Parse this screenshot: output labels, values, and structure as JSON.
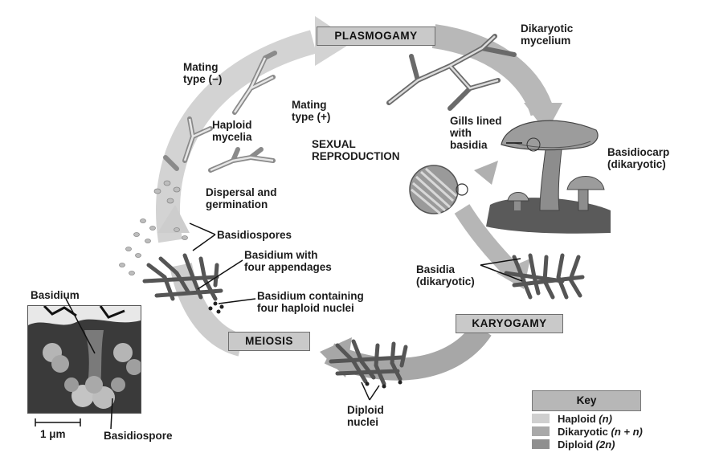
{
  "stages": {
    "plasmogamy": "PLASMOGAMY",
    "karyogamy": "KARYOGAMY",
    "meiosis": "MEIOSIS"
  },
  "center": {
    "line1": "SEXUAL",
    "line2": "REPRODUCTION"
  },
  "labels": {
    "dikaryotic_mycelium": [
      "Dikaryotic",
      "mycelium"
    ],
    "mating_minus": [
      "Mating",
      "type (−)"
    ],
    "mating_plus": [
      "Mating",
      "type (+)"
    ],
    "haploid_mycelia": [
      "Haploid",
      "mycelia"
    ],
    "gills": [
      "Gills lined",
      "with",
      "basidia"
    ],
    "basidiocarp": [
      "Basidiocarp",
      "(dikaryotic)"
    ],
    "dispersal": [
      "Dispersal and",
      "germination"
    ],
    "basidiospores": "Basidiospores",
    "basidium_four": [
      "Basidium with",
      "four appendages"
    ],
    "basidium_nuclei": [
      "Basidium containing",
      "four haploid nuclei"
    ],
    "basidia": [
      "Basidia",
      "(dikaryotic)"
    ],
    "diploid_nuclei": [
      "Diploid",
      "nuclei"
    ],
    "micro_basidium": "Basidium",
    "micro_basidiospore": "Basidiospore",
    "scale_bar": "1 μm"
  },
  "key": {
    "title": "Key",
    "items": [
      {
        "label": "Haploid",
        "suffix": "(n)",
        "color": "#cfcfcf"
      },
      {
        "label": "Dikaryotic",
        "suffix": "(n + n)",
        "color": "#a9a9a9"
      },
      {
        "label": "Diploid",
        "suffix": "(2n)",
        "color": "#8f8f8f"
      }
    ]
  }
}
